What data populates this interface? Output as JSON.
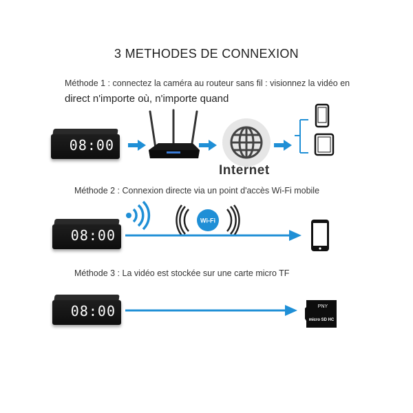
{
  "title": "3 METHODES DE CONNEXION",
  "methods": [
    {
      "line1": "Méthode 1 : connectez la caméra au routeur sans fil : visionnez la vidéo en",
      "line2": "direct n'importe où, n'importe quand"
    },
    {
      "line1": "Méthode 2 : Connexion directe via un point d'accès Wi-Fi mobile"
    },
    {
      "line1": "Méthode 3 : La vidéo est stockée sur une carte micro TF"
    }
  ],
  "clock_display": "08:00",
  "internet_label": "Internet",
  "wifi_badge": "Wi-Fi",
  "sd_card": {
    "brand": "PNY",
    "capacity": "micro SD HC"
  },
  "colors": {
    "arrow": "#1f8fd6",
    "text": "#222222",
    "device": "#111111"
  },
  "icons": [
    "clock-camera-icon",
    "router-icon",
    "globe-icon",
    "smartphone-icon",
    "tablet-icon",
    "wifi-signal-icon",
    "wifi-broadcast-icon",
    "micro-sd-card-icon"
  ]
}
